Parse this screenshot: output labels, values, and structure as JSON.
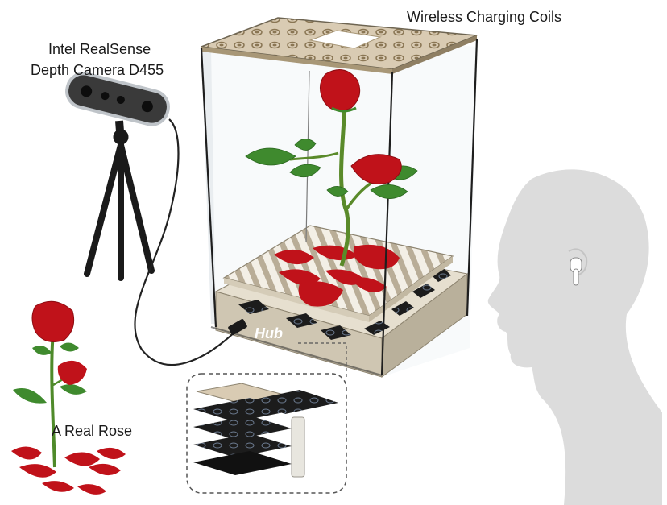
{
  "labels": {
    "coils": "Wireless Charging Coils",
    "camera_line1": "Intel RealSense",
    "camera_line2": "Depth Camera D455",
    "rose": "A Real Rose",
    "hub": "Hub"
  },
  "colors": {
    "rose_red": "#c0121a",
    "leaf_green": "#3f8a2e",
    "base_tan": "#cfc6b2",
    "board_black": "#1c1c1c",
    "head_gray": "#dcdcdc",
    "cable": "#222222"
  },
  "icons": [
    "depth-camera-icon",
    "tripod-icon",
    "rose-icon",
    "head-silhouette-icon",
    "earbud-icon"
  ]
}
